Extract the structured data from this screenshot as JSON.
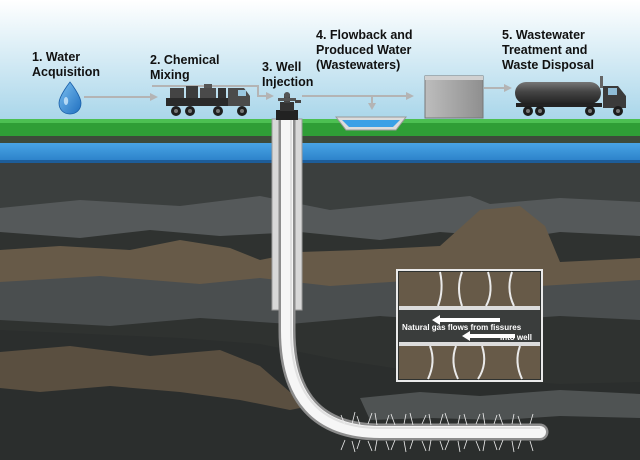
{
  "steps": {
    "s1": {
      "line1": "1. Water",
      "line2": "Acquisition"
    },
    "s2": {
      "line1": "2. Chemical",
      "line2": "Mixing"
    },
    "s3": {
      "line1": "3. Well",
      "line2": "Injection"
    },
    "s4": {
      "line1": "4. Flowback and",
      "line2": "Produced Water",
      "line3": "(Wastewaters)"
    },
    "s5": {
      "line1": "5. Wastewater",
      "line2": "Treatment and",
      "line3": "Waste Disposal"
    }
  },
  "inset": {
    "line1": "Natural gas flows from fissures",
    "line2": "into well"
  },
  "colors": {
    "sky_top": "#ffffff",
    "sky_bottom": "#a9d6ea",
    "grass": "#2f9e36",
    "aquifer": "#2d8bd3",
    "rock_dark": "#2f3230",
    "rock_mid": "#4d5151",
    "rock_brown": "#675a48",
    "arrow": "#b4b4b4",
    "water_drop": "#2a7fd0",
    "pipe": "#f4f4f4"
  }
}
